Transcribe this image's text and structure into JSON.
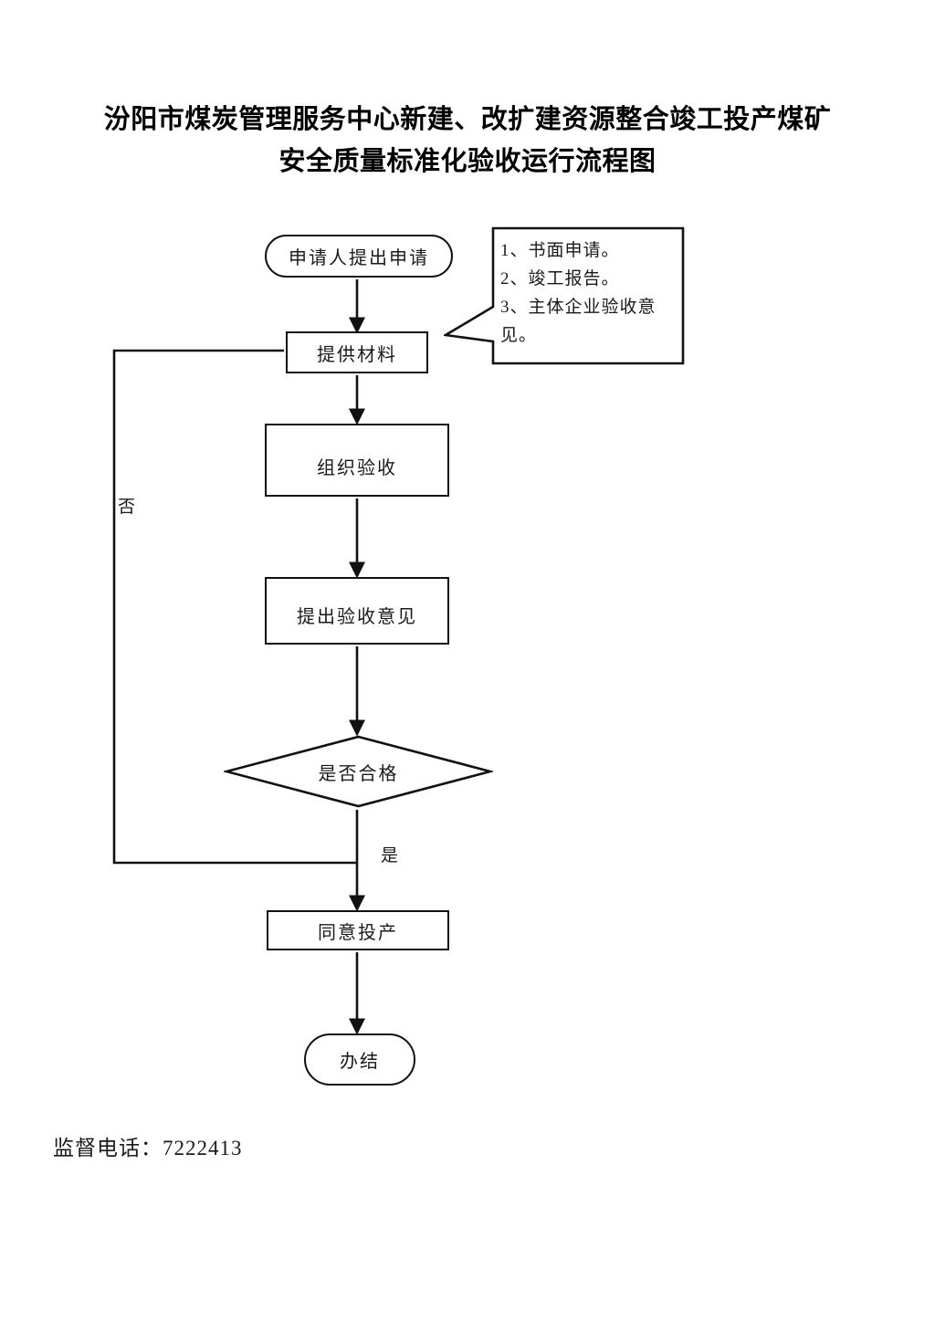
{
  "document": {
    "title_lines": [
      "汾阳市煤炭管理服务中心新建、改扩建资源整合竣工投产煤矿",
      "安全质量标准化验收运行流程图"
    ],
    "footer": "监督电话：7222413"
  },
  "flow": {
    "nodes": [
      {
        "id": "start",
        "label": "申请人提出申请",
        "shape": "terminator"
      },
      {
        "id": "provide",
        "label": "提供材料",
        "shape": "process"
      },
      {
        "id": "organize",
        "label": "组织验收",
        "shape": "process"
      },
      {
        "id": "opinion",
        "label": "提出验收意见",
        "shape": "process"
      },
      {
        "id": "decision",
        "label": "是否合格",
        "shape": "diamond"
      },
      {
        "id": "approve",
        "label": "同意投产",
        "shape": "process"
      },
      {
        "id": "end",
        "label": "办结",
        "shape": "terminator"
      }
    ],
    "edge_labels": {
      "no": "否",
      "yes": "是"
    }
  },
  "callout": {
    "lines": [
      "1、书面申请。",
      "2、竣工报告。",
      "3、主体企业验收意",
      "见。"
    ]
  },
  "style": {
    "ink": "#111111",
    "paper": "#ffffff"
  }
}
